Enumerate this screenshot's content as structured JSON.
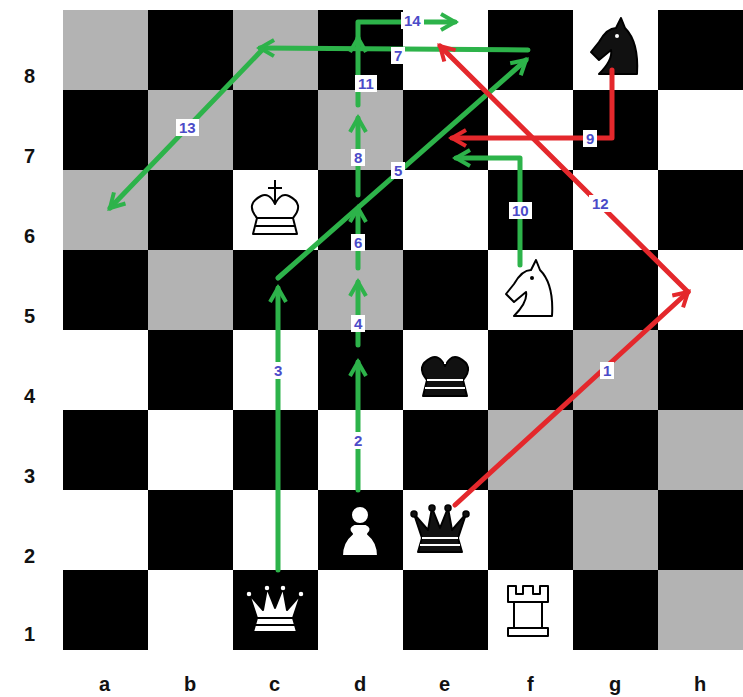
{
  "diagram": {
    "labels": [
      "8",
      "7",
      "6",
      "5",
      "4",
      "3",
      "2",
      "1",
      "a",
      "b",
      "c",
      "d",
      "e",
      "f",
      "g",
      "h",
      "1",
      "2",
      "3",
      "4",
      "5",
      "6",
      "7",
      "8",
      "9",
      "10",
      "11",
      "12",
      "13",
      "14"
    ]
  }
}
